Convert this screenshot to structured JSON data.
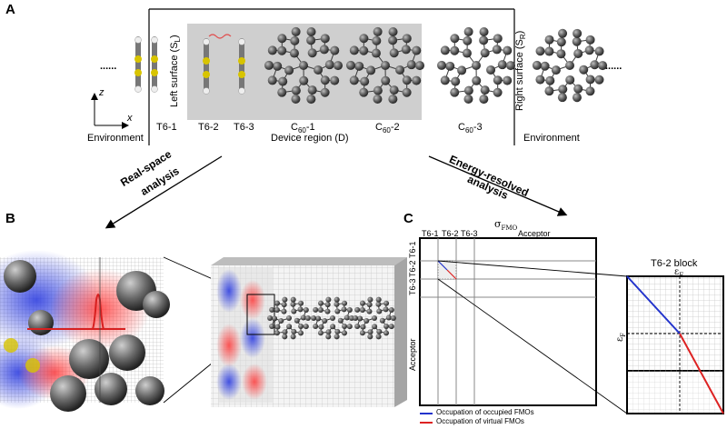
{
  "panels": {
    "a": "A",
    "b": "B",
    "c": "C"
  },
  "panel_a": {
    "molecules": [
      "T6-1",
      "T6-2",
      "T6-3",
      "C60-1",
      "C60-2",
      "C60-3"
    ],
    "left_surface": "Left surface (S",
    "left_sub": "L",
    "right_surface": "Right surface (S",
    "right_sub": "R",
    "device_region": "Device region (D)",
    "environment_left": "Environment",
    "environment_right": "Environment",
    "axis_z": "z",
    "axis_x": "x",
    "dots": "......"
  },
  "arrows": {
    "real_space_line1": "Real-space",
    "real_space_line2": "analysis",
    "energy_line1": "Energy-resolved",
    "energy_line2": "analysis"
  },
  "panel_c": {
    "sigma": "σFMO",
    "top_labels": [
      "T6-1",
      "T6-2",
      "T6-3",
      "Acceptor"
    ],
    "side_labels": [
      "T6-1",
      "T6-2",
      "T6-3",
      "Acceptor"
    ],
    "block_title": "T6-2 block",
    "epsilon_f": "εF",
    "legend": [
      {
        "label": "Occupation of occupied FMOs",
        "color": "#2233cc"
      },
      {
        "label": "Occupation of virtual FMOs",
        "color": "#dd2222"
      }
    ]
  },
  "colors": {
    "device_bg": "#cfcfcf",
    "atom": "#555555",
    "sulfur": "#d8c400"
  }
}
